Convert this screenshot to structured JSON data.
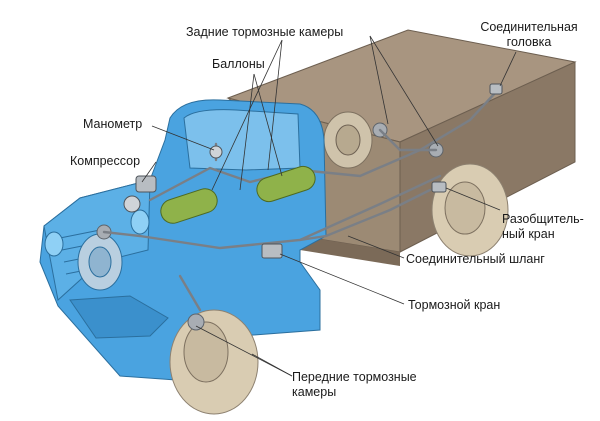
{
  "labels": {
    "rear_chambers": "Задние тормозные камеры",
    "coupling_head_1": "Соединительная",
    "coupling_head_2": "головка",
    "cylinders": "Баллоны",
    "manometer": "Манометр",
    "compressor": "Компрессор",
    "disconnect_valve_1": "Разобщитель-",
    "disconnect_valve_2": "ный кран",
    "connecting_hose": "Соединительный шланг",
    "brake_valve": "Тормозной кран",
    "front_chambers_1": "Передние тормозные",
    "front_chambers_2": "камеры"
  },
  "colors": {
    "cab_blue": "#4aa3e0",
    "body_brown": "#9c8a74",
    "cylinder_green": "#8fb24a",
    "wheel_tan": "#d9ccb2",
    "line_gray": "#7a7f86"
  }
}
